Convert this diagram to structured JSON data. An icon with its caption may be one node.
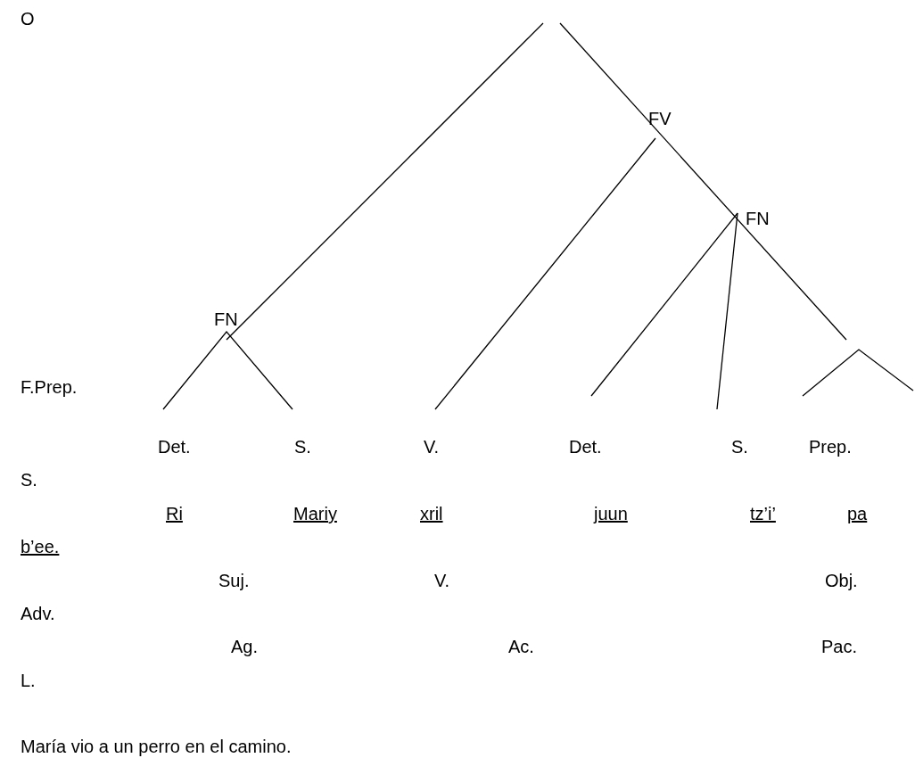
{
  "diagram": {
    "labels": [
      "O",
      "FV",
      "FN",
      "FN",
      "F.Prep.",
      "Det.",
      "S.",
      "V.",
      "Det.",
      "S.",
      "Prep.",
      "S.",
      "Ri",
      "Mariy",
      "xril",
      "juun",
      "tz’i’",
      "pa",
      "b’ee.",
      "Suj.",
      "V.",
      "Obj.",
      "Adv.",
      "Ag.",
      "Ac.",
      "Pac.",
      "L.",
      "María vio a un perro en el camino."
    ]
  }
}
